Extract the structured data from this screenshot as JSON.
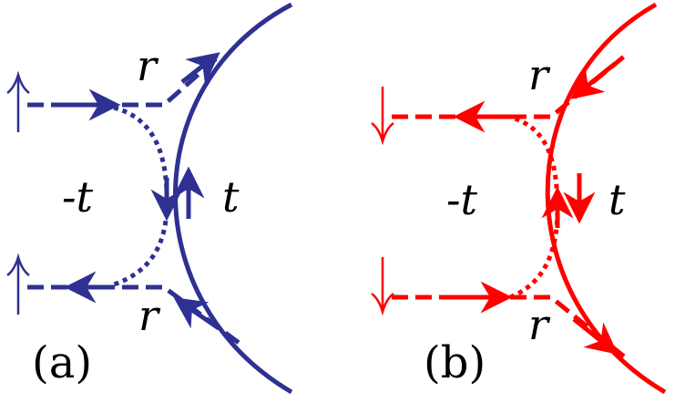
{
  "panels": [
    {
      "id": "a",
      "color": "#2e3192",
      "caption": "(a)",
      "spin_in_label": "↑",
      "spin_out_label": "↑",
      "r_top": "r",
      "r_bottom": "r",
      "t_label": "t",
      "minus_t_label": "-t"
    },
    {
      "id": "b",
      "color": "#ff0000",
      "caption": "(b)",
      "spin_in_label": "↓",
      "spin_out_label": "↓",
      "r_top": "r",
      "r_bottom": "r",
      "t_label": "t",
      "minus_t_label": "-t"
    }
  ]
}
